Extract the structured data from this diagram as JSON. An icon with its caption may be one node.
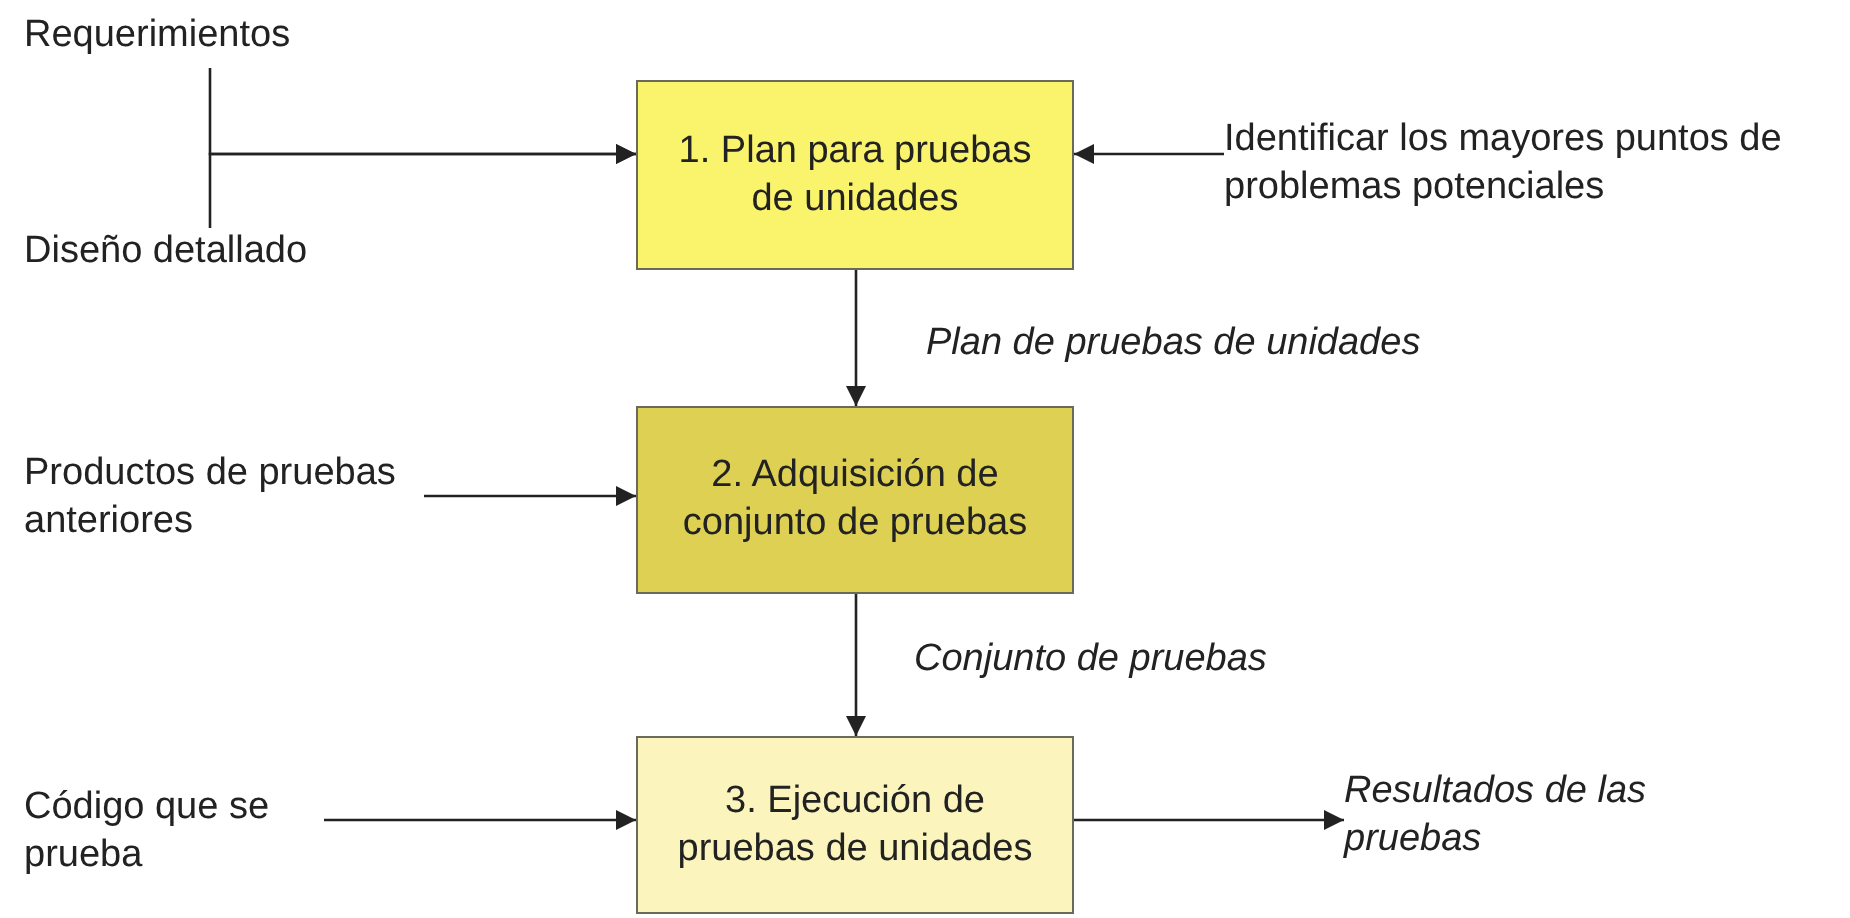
{
  "diagram": {
    "nodes": [
      {
        "text": [
          "Requerimientos"
        ]
      },
      {
        "text": [
          "Diseño detallado"
        ]
      },
      {
        "text": [
          "1. Plan para pruebas de unidades"
        ]
      },
      {
        "text": [
          "Identificar los mayores puntos de problemas potenciales"
        ]
      },
      {
        "text": [
          "2. Adquisición de conjunto de pruebas"
        ]
      },
      {
        "text": [
          "Productos de pruebas anteriores"
        ]
      },
      {
        "text": [
          "3. Ejecución de pruebas de unidades"
        ]
      },
      {
        "text": [
          "Código que se prueba"
        ]
      },
      {
        "text": [
          "Resultados de las pruebas"
        ]
      }
    ],
    "edges": [
      {
        "from": 0,
        "to": 2,
        "arrow": "to"
      },
      {
        "from": 1,
        "to": 2,
        "arrow": "to"
      },
      {
        "from": 3,
        "to": 2,
        "arrow": "to"
      },
      {
        "from": 2,
        "to": 4,
        "arrow": "to",
        "label": "Plan de pruebas de unidades"
      },
      {
        "from": 5,
        "to": 4,
        "arrow": "to"
      },
      {
        "from": 4,
        "to": 6,
        "arrow": "to",
        "label": "Conjunto de pruebas"
      },
      {
        "from": 7,
        "to": 6,
        "arrow": "to"
      },
      {
        "from": 6,
        "to": 8,
        "arrow": "to"
      }
    ]
  }
}
